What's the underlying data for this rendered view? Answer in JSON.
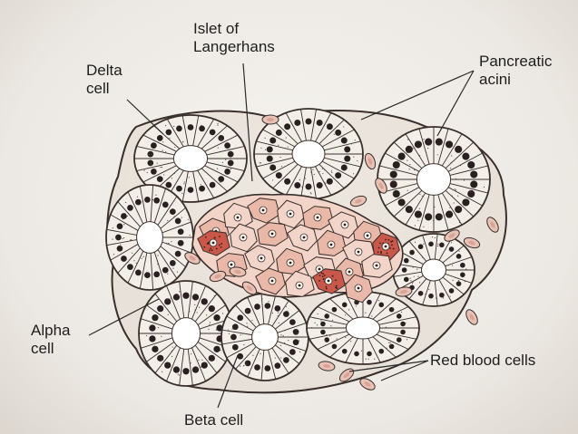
{
  "labels": {
    "islet": "Islet of\nLangerhans",
    "delta": "Delta\ncell",
    "acini": "Pancreatic\nacini",
    "alpha": "Alpha\ncell",
    "rbc": "Red blood cells",
    "beta": "Beta cell"
  },
  "colors": {
    "outline": "#3a2f2c",
    "acinar_fill": "#f3efe8",
    "nucleus": "#2a2020",
    "alpha_fill": "#e9b8a8",
    "beta_fill": "#f2d4c8",
    "delta_fill": "#c9584a",
    "rbc_fill": "#e9c2b6"
  }
}
